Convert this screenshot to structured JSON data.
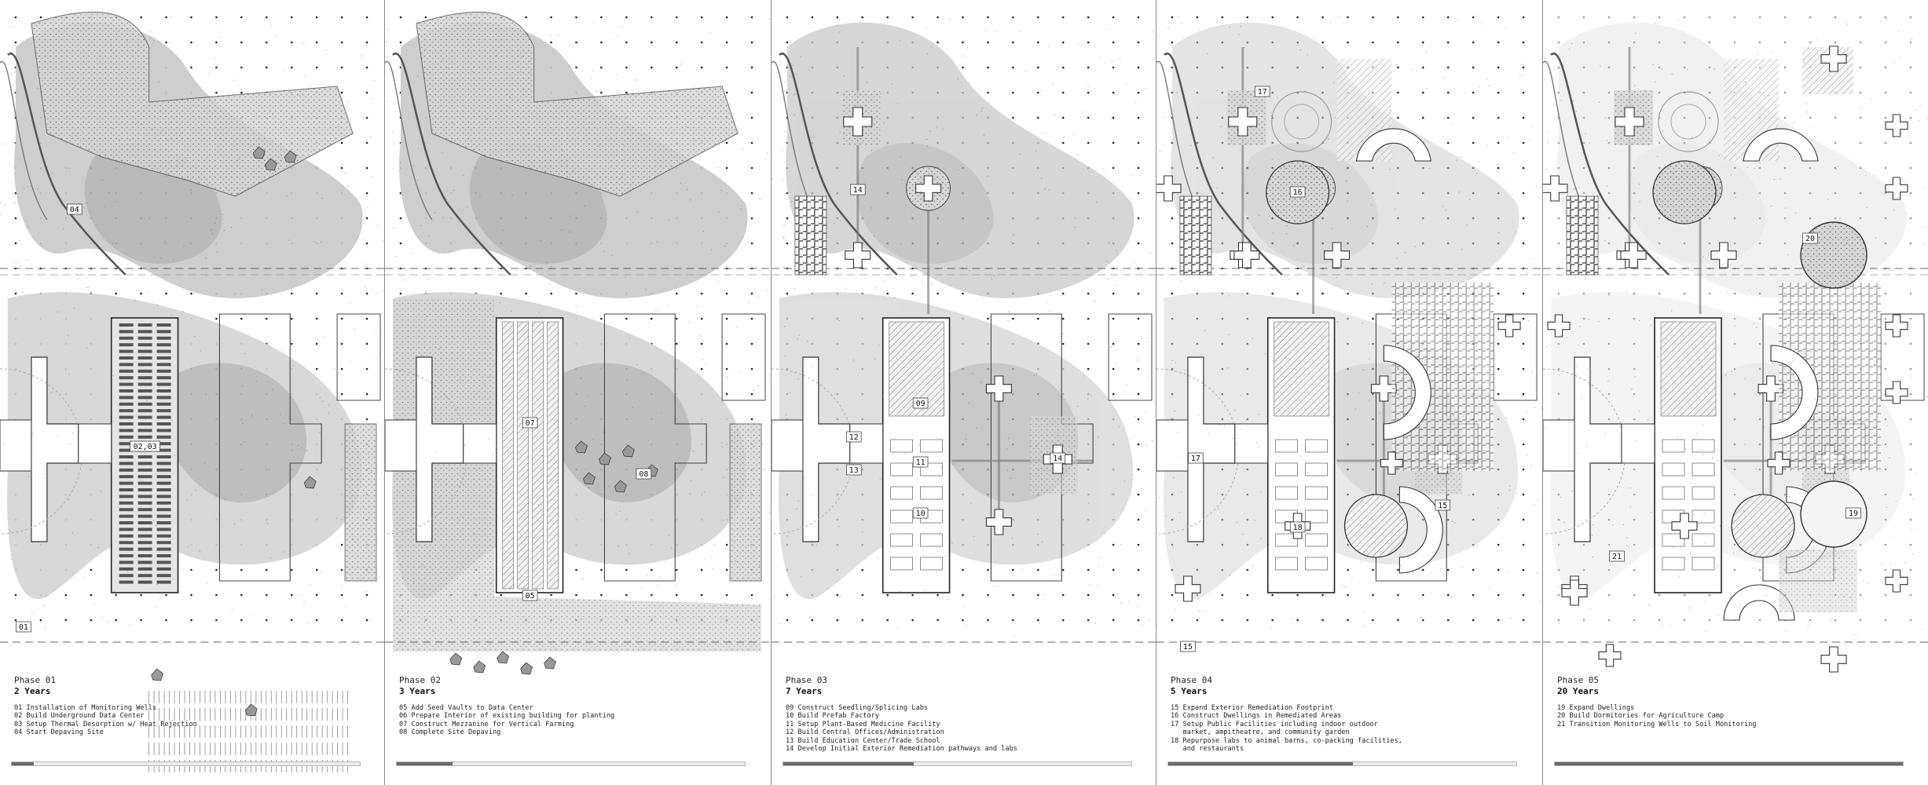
{
  "panels": [
    {
      "phase": "Phase 01",
      "years": "2 Years",
      "items": [
        "01 Installation of Monitoring Wells",
        "02 Build Underground Data Center",
        "03 Setup Thermal Desorption w/ Heat Rejection",
        "04 Start Depaving Site"
      ],
      "labels": [
        "04",
        "02,03",
        "01"
      ],
      "progress": 0.0625
    },
    {
      "phase": "Phase 02",
      "years": "3 Years",
      "items": [
        "05 Add Seed Vaults to Data Center",
        "06 Prepare Interior of existing building for planting",
        "07 Construct Mezzanine for Vertical Farming",
        "08 Complete Site Depaving"
      ],
      "labels": [
        "07",
        "08",
        "05"
      ],
      "progress": 0.16
    },
    {
      "phase": "Phase 03",
      "years": "7 Years",
      "items": [
        "09 Construct Seedling/Splicing Labs",
        "10 Build Prefab Factory",
        "11 Setup Plant-Based Medicine Facility",
        "12 Build Central Offices/Administration",
        "13 Build Education Center/Trade School",
        "14 Develop Initial Exterior Remediation pathways and labs"
      ],
      "labels": [
        "14",
        "09",
        "12",
        "13",
        "11",
        "10",
        "14"
      ],
      "progress": 0.375
    },
    {
      "phase": "Phase 04",
      "years": "5 Years",
      "items": [
        "15 Expand Exterior Remediation Footprint",
        "16 Construct Dwellings in Remediated Areas",
        "17 Setup Public Facilities including indoor outdoor",
        "   market, ampitheatre, and community garden",
        "18 Repurpose labs to animal barns, co-packing facilities,",
        "   and restaurants"
      ],
      "labels": [
        "17",
        "16",
        "17",
        "15",
        "18",
        "15"
      ],
      "progress": 0.53
    },
    {
      "phase": "Phase 05",
      "years": "20 Years",
      "items": [
        "19 Expand Dwellings",
        "20 Build Dormitories for Agriculture Camp",
        "21 Transition Monitoring Wells to Soil Monitoring"
      ],
      "labels": [
        "20",
        "19",
        "21"
      ],
      "progress": 1.0
    }
  ]
}
